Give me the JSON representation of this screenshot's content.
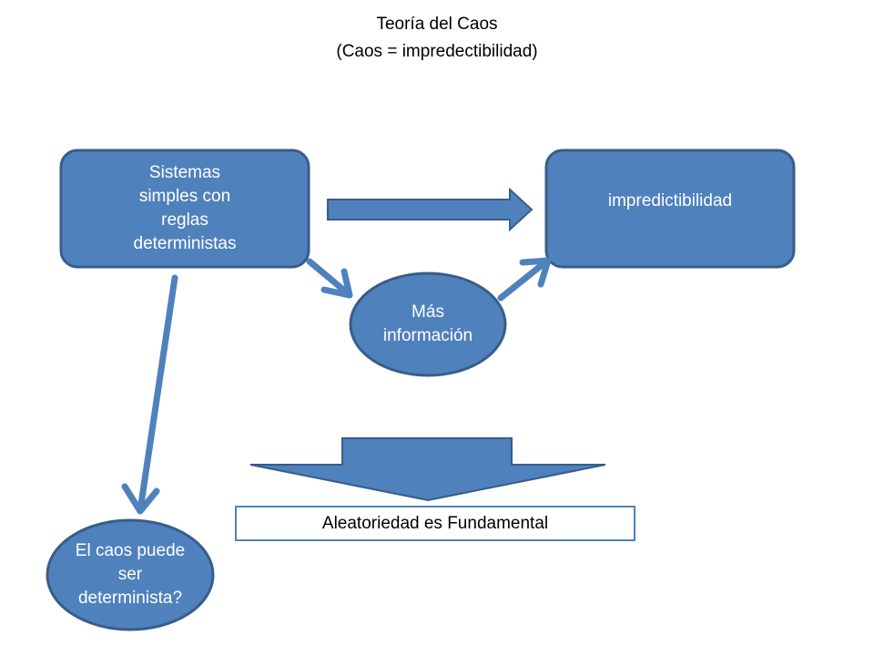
{
  "title": {
    "line1": "Teoría del Caos",
    "line2": "(Caos = impredectibilidad)"
  },
  "nodes": {
    "sistemas": {
      "lines": [
        "Sistemas",
        "simples con",
        "reglas",
        "deterministas"
      ]
    },
    "impredictibilidad": {
      "label": "impredictibilidad"
    },
    "mas_informacion": {
      "lines": [
        "Más",
        "información"
      ]
    },
    "el_caos": {
      "lines": [
        "El caos puede",
        "ser",
        "determinista?"
      ]
    }
  },
  "conclusion": {
    "label": "Aleatoriedad es Fundamental"
  },
  "colors": {
    "fill": "#4f81bd",
    "stroke": "#385d8a",
    "text": "#ffffff"
  }
}
